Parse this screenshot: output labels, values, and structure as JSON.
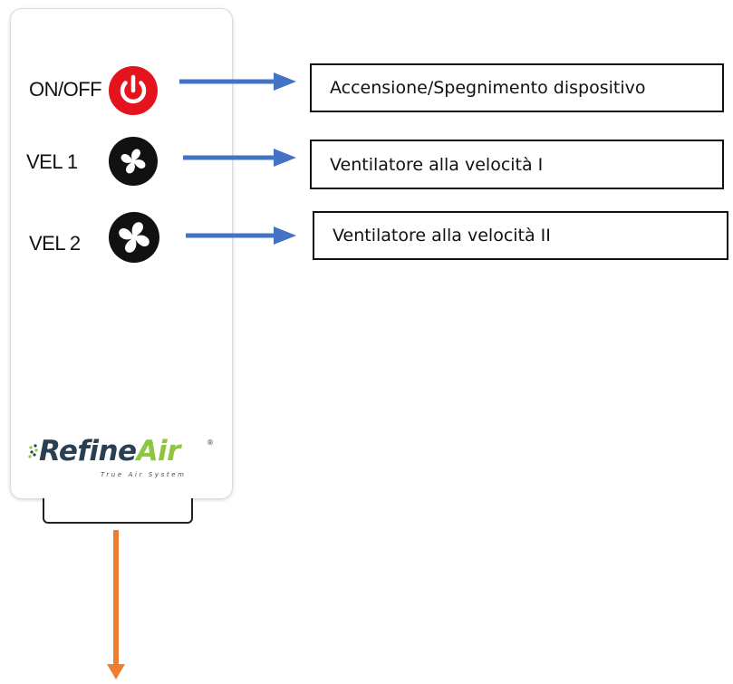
{
  "buttons": [
    {
      "label": "ON/OFF",
      "icon": "power-icon",
      "color": "#e3141d",
      "description": "Accensione/Spegnimento dispositivo"
    },
    {
      "label": "VEL 1",
      "icon": "fan-icon",
      "color": "#111111",
      "description": "Ventilatore alla velocità I"
    },
    {
      "label": "VEL 2",
      "icon": "fan-icon",
      "color": "#111111",
      "description": "Ventilatore alla velocità II"
    }
  ],
  "logo": {
    "brand_main": "Refine",
    "brand_accent": "Air",
    "registered": "®",
    "tagline": "True Air System"
  },
  "colors": {
    "arrow_blue": "#4472c4",
    "arrow_orange": "#ed7d31",
    "logo_dark": "#2a3f52",
    "logo_green": "#8dc63f"
  }
}
